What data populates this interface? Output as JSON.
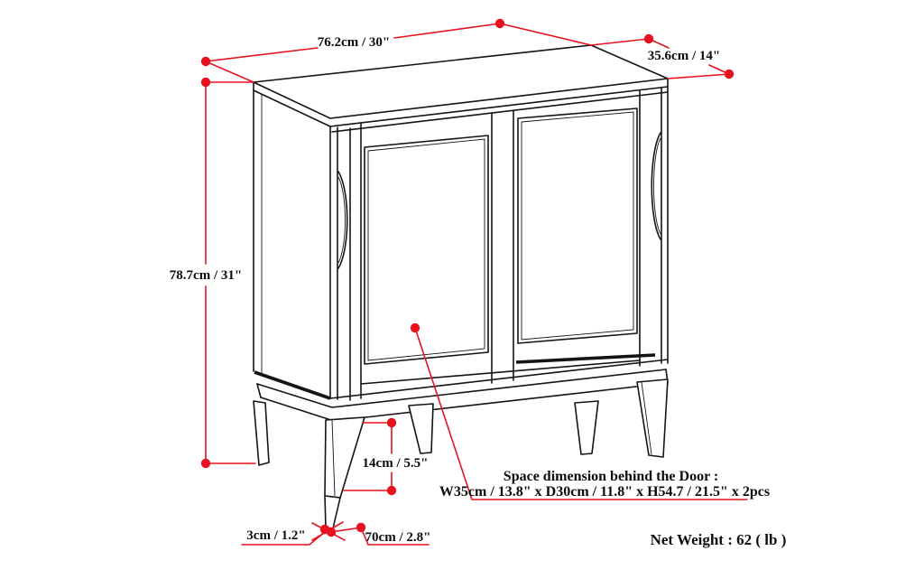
{
  "diagram": {
    "kind": "furniture dimension line drawing, two-door cabinet, isometric view",
    "colors": {
      "annotation_red": "#e8121f",
      "line_black": "#141414",
      "background": "#ffffff"
    },
    "dimensions": {
      "width": "76.2cm / 30\"",
      "depth": "35.6cm / 14\"",
      "height": "78.7cm / 31\"",
      "leg_height": "14cm / 5.5\"",
      "leg_foot": "3cm / 1.2\"",
      "leg_bottom": "70cm / 2.8\""
    },
    "space_note": {
      "line1": "Space dimension behind the Door :",
      "line2": "W35cm / 13.8\" x D30cm / 11.8\" x H54.7 / 21.5\" x 2pcs"
    },
    "net_weight": "Net Weight : 62 ( lb )"
  }
}
